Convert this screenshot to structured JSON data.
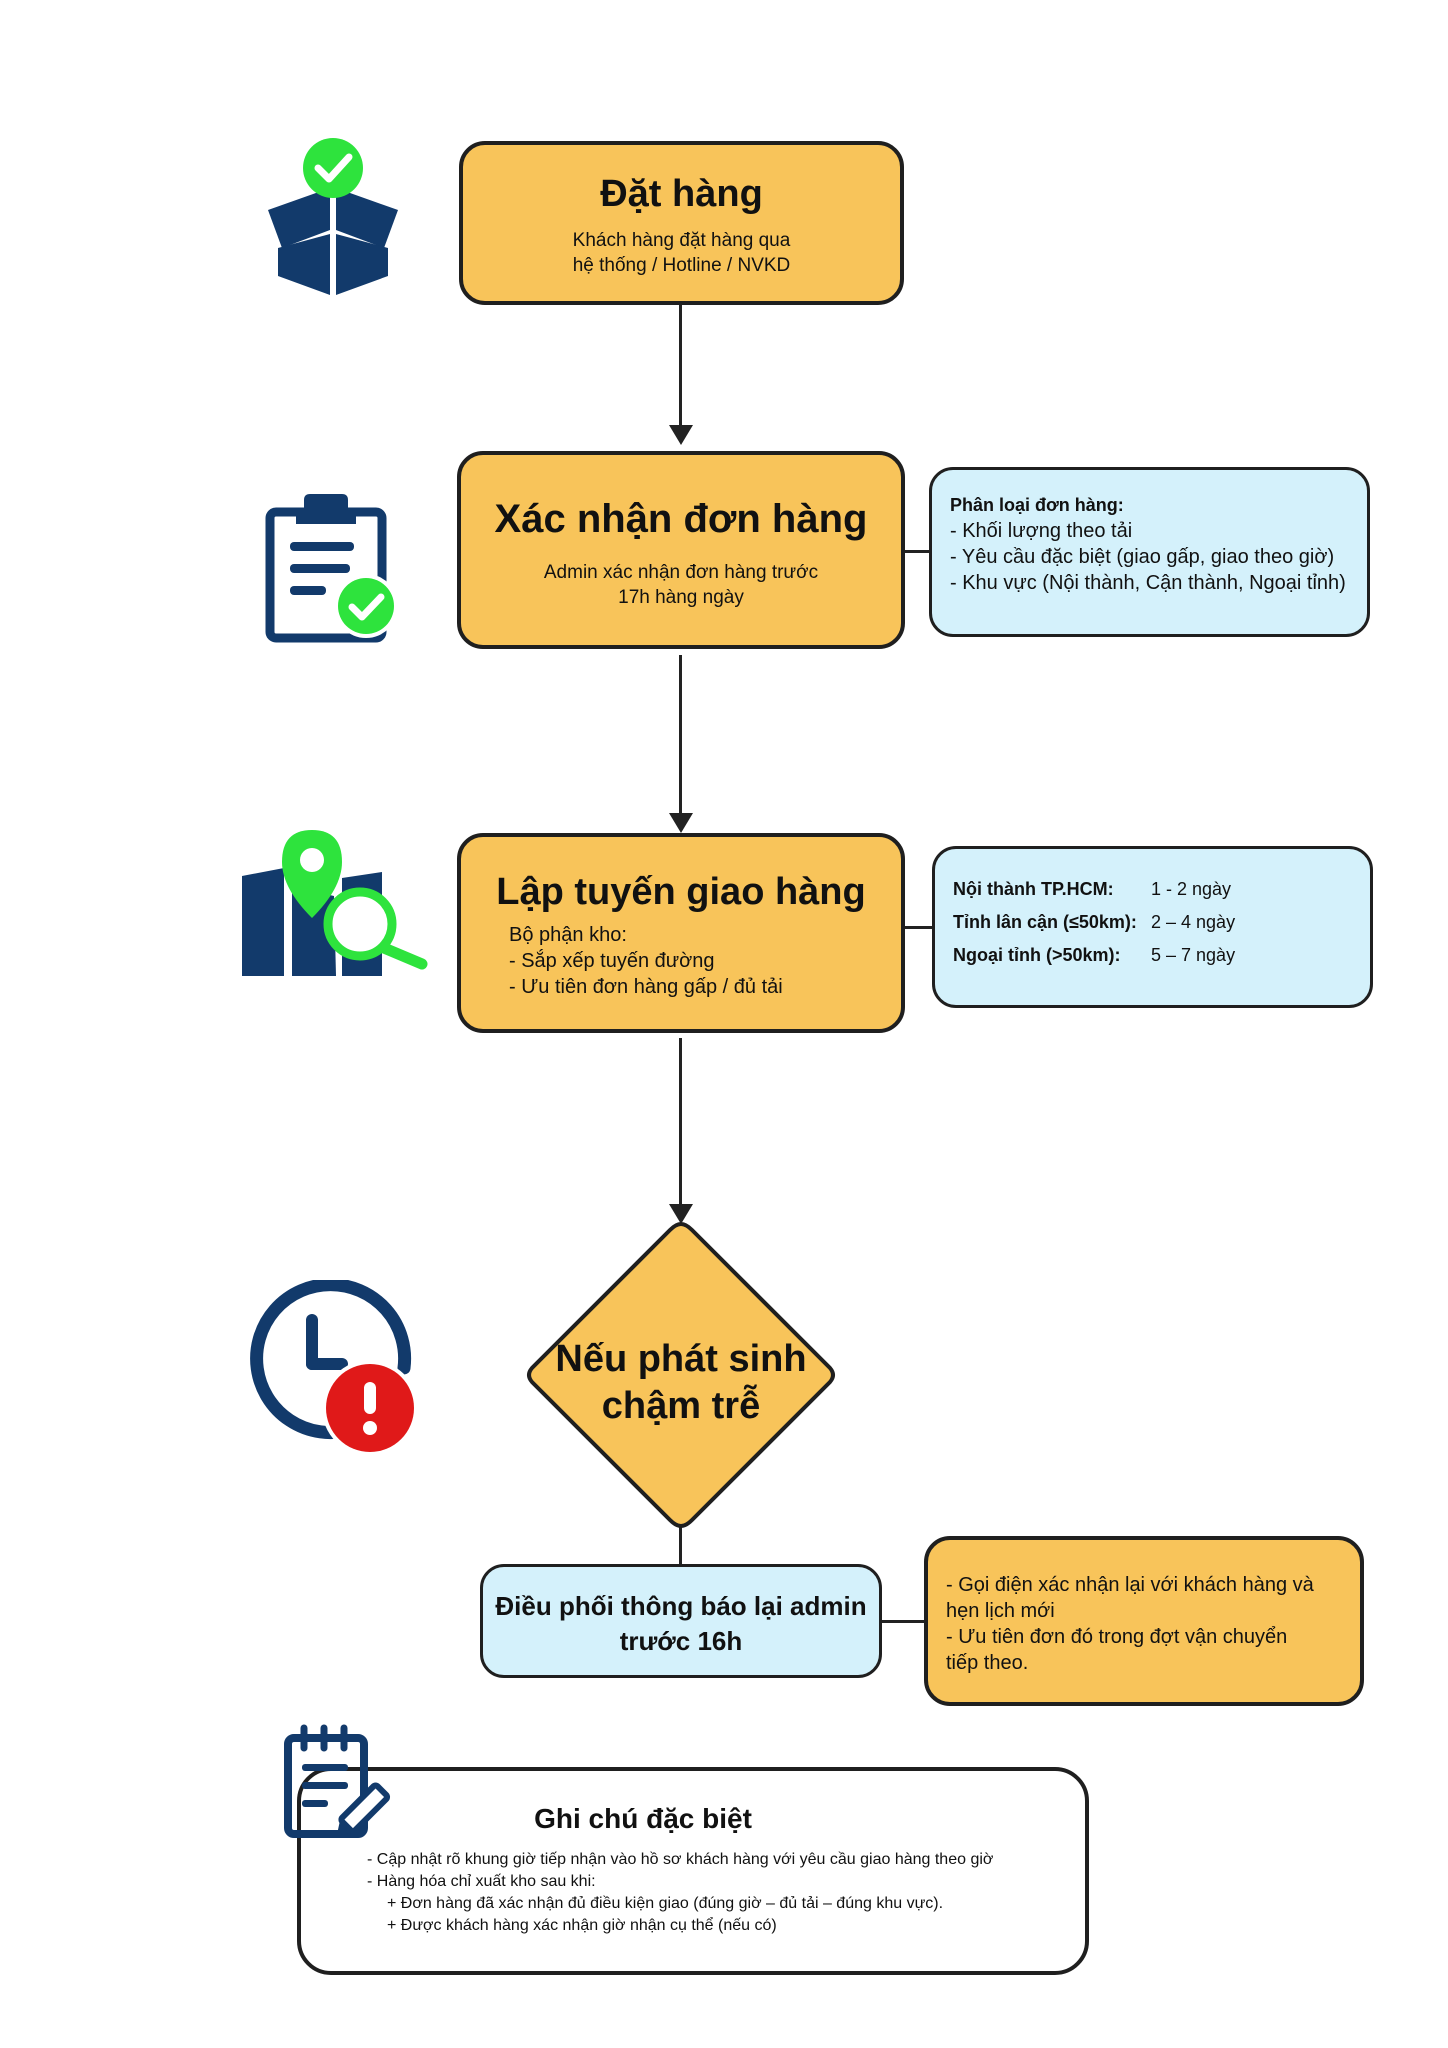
{
  "steps": {
    "s1": {
      "title": "Đặt hàng",
      "desc_1": "Khách hàng đặt hàng qua",
      "desc_2": "hệ thống / Hotline / NVKD"
    },
    "s2": {
      "title": "Xác nhận đơn hàng",
      "desc_1": "Admin xác nhận đơn hàng trước",
      "desc_2": "17h hàng ngày"
    },
    "s3": {
      "title": "Lập tuyến giao hàng",
      "desc_1": "Bộ phận kho:",
      "desc_2": "- Sắp xếp tuyến đường",
      "desc_3": "- Ưu tiên đơn hàng gấp / đủ tải"
    },
    "decision": {
      "line_1": "Nếu phát sinh",
      "line_2": "chậm trễ"
    },
    "s5": {
      "line_1": "Điều phối thông báo lại admin",
      "line_2": "trước 16h"
    }
  },
  "classify": {
    "title": "Phân loại đơn hàng:",
    "items": [
      "- Khối lượng theo tải",
      "- Yêu cầu đặc biệt (giao gấp, giao theo giờ)",
      "- Khu vực (Nội thành, Cận thành, Ngoại tỉnh)"
    ]
  },
  "delivery_times": [
    {
      "region": "Nội thành TP.HCM:",
      "time": "1 - 2 ngày"
    },
    {
      "region": "Tỉnh lân cận (≤50km):",
      "time": "2 – 4 ngày"
    },
    {
      "region": "Ngoại tỉnh (>50km):",
      "time": "5 – 7 ngày"
    }
  ],
  "delay_actions": [
    "- Gọi điện xác nhận lại với khách hàng và",
    "hẹn lịch mới",
    "- Ưu tiên đơn đó trong đợt vận chuyển",
    "tiếp theo."
  ],
  "note": {
    "title": "Ghi chú đặc biệt",
    "lines": [
      "- Cập nhật rõ khung giờ tiếp nhận vào hồ sơ khách hàng với yêu cầu giao hàng theo giờ",
      "- Hàng hóa chỉ xuất kho sau khi:",
      "+ Đơn hàng đã xác nhận đủ điều kiện giao (đúng giờ – đủ tải – đúng khu vực).",
      "+ Được khách hàng xác nhận giờ nhận cụ thể (nếu có)"
    ]
  },
  "colors": {
    "orange": "#f8c45a",
    "light_blue": "#d4f1fb",
    "navy": "#123a6b",
    "green": "#2ee33d",
    "red": "#e01919"
  },
  "icons": [
    "box-check-icon",
    "clipboard-check-icon",
    "map-search-icon",
    "clock-alert-icon",
    "notepad-pen-icon"
  ]
}
